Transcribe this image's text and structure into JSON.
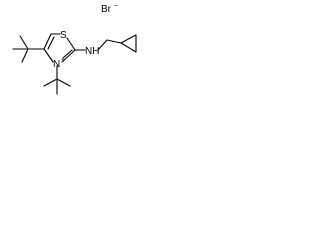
{
  "counterion": {
    "symbol": "Br",
    "charge": "−"
  },
  "atoms": {
    "sulfur": "S",
    "nitrogen_ring": "N",
    "nitrogen_ring_charge": "+",
    "amine_nh": "NH"
  }
}
